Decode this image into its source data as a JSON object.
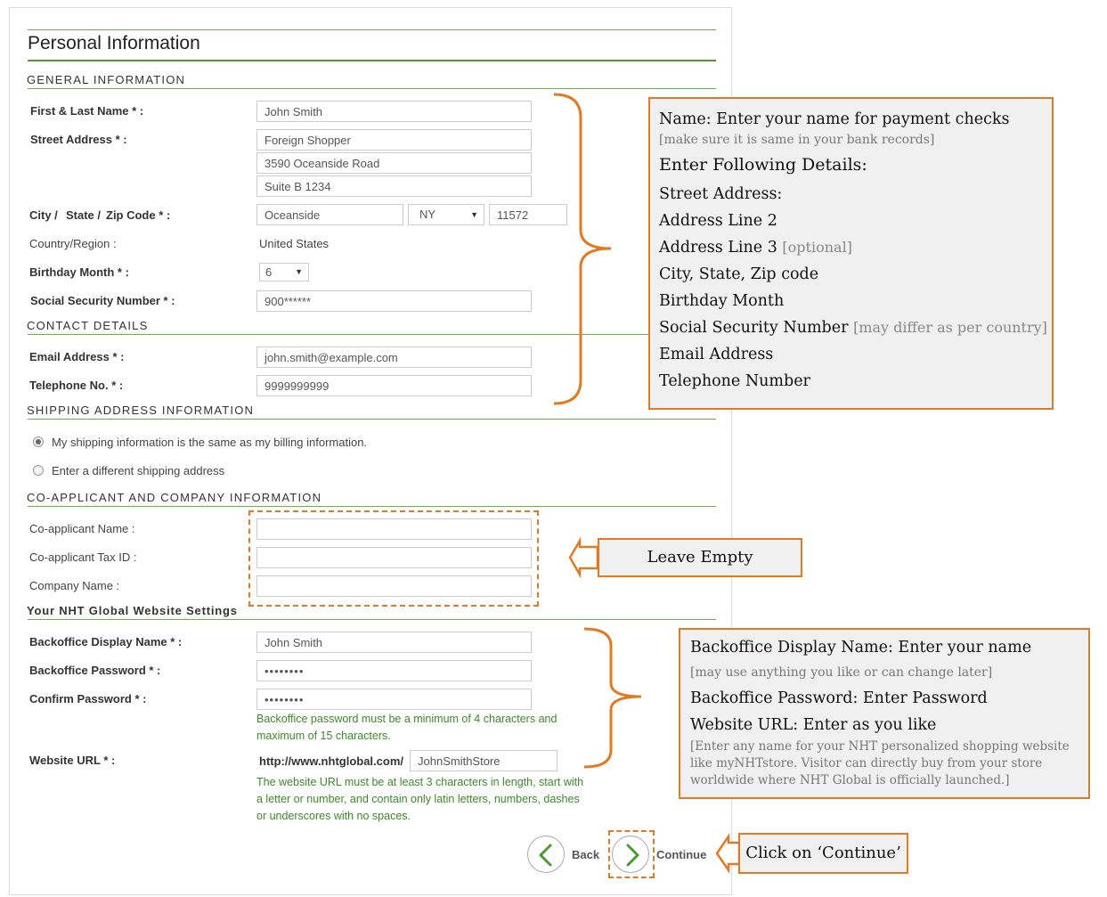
{
  "header": {
    "title": "Personal Information"
  },
  "general": {
    "heading": "GENERAL INFORMATION",
    "name_label": "First & Last Name * :",
    "name_value": "John Smith",
    "street_label": "Street Address * :",
    "street1": "Foreign Shopper",
    "street2": "3590 Oceanside Road",
    "street3": "Suite B 1234",
    "csz_label_city": "City /",
    "csz_label_state": "State /",
    "csz_label_zip": "Zip Code * :",
    "city": "Oceanside",
    "state": "NY",
    "zip": "11572",
    "country_label": "Country/Region :",
    "country_value": "United States",
    "birth_label": "Birthday Month * :",
    "birth_value": "6",
    "ssn_label": "Social Security Number * :",
    "ssn_value": "900******"
  },
  "contact": {
    "heading": "CONTACT DETAILS",
    "email_label": "Email Address * :",
    "email_value": "john.smith@example.com",
    "phone_label": "Telephone No. * :",
    "phone_value": "9999999999"
  },
  "shipping": {
    "heading": "SHIPPING ADDRESS INFORMATION",
    "opt_same": "My shipping information is the same as my billing information.",
    "opt_diff": "Enter a different shipping address"
  },
  "coapp": {
    "heading": "CO-APPLICANT AND COMPANY INFORMATION",
    "name_label": "Co-applicant Name :",
    "tax_label": "Co-applicant Tax ID :",
    "company_label": "Company Name :"
  },
  "website": {
    "heading": "Your NHT Global Website Settings",
    "display_label": "Backoffice Display Name * :",
    "display_value": "John Smith",
    "pw_label": "Backoffice Password * :",
    "pw_value": "••••••••",
    "confirm_label": "Confirm Password * :",
    "confirm_value": "••••••••",
    "pw_help": "Backoffice password must be a minimum of 4 characters and maximum of 15 characters.",
    "url_label": "Website URL * :",
    "url_prefix": "http://www.nhtglobal.com/",
    "url_value": "JohnSmithStore",
    "url_help": "The website URL must be at least 3 characters in length, start with a letter or number, and contain only latin letters, numbers, dashes or underscores with no spaces."
  },
  "nav": {
    "back": "Back",
    "continue": "Continue"
  },
  "annotations": {
    "box1": {
      "line1": "Name: Enter your name for payment checks",
      "line1_note": "[make sure it is same in your bank records]",
      "line2": "Enter Following Details:",
      "items": [
        "Street Address:",
        "Address Line 2",
        "Address Line 3",
        "City, State, Zip code",
        "Birthday Month",
        "Social Security Number",
        "Email Address",
        "Telephone Number"
      ],
      "optional": "[optional]",
      "country_note": "[may differ as per country]"
    },
    "box2": {
      "text": "Leave Empty"
    },
    "box3": {
      "line1": "Backoffice Display Name: Enter your name",
      "line1_note": "[may use anything you like or can change later]",
      "line2": "Backoffice Password: Enter Password",
      "line3": "Website URL: Enter as you like",
      "line3_note": "[Enter any name for your NHT personalized shopping website like myNHTstore. Visitor can directly buy from your store worldwide where NHT Global is officially launched.]"
    },
    "box4": {
      "text": "Click on ‘Continue’"
    }
  },
  "colors": {
    "accent_green": "#4a9a2c",
    "annotation_orange": "#e07a24",
    "help_green": "#3d8a2a"
  }
}
